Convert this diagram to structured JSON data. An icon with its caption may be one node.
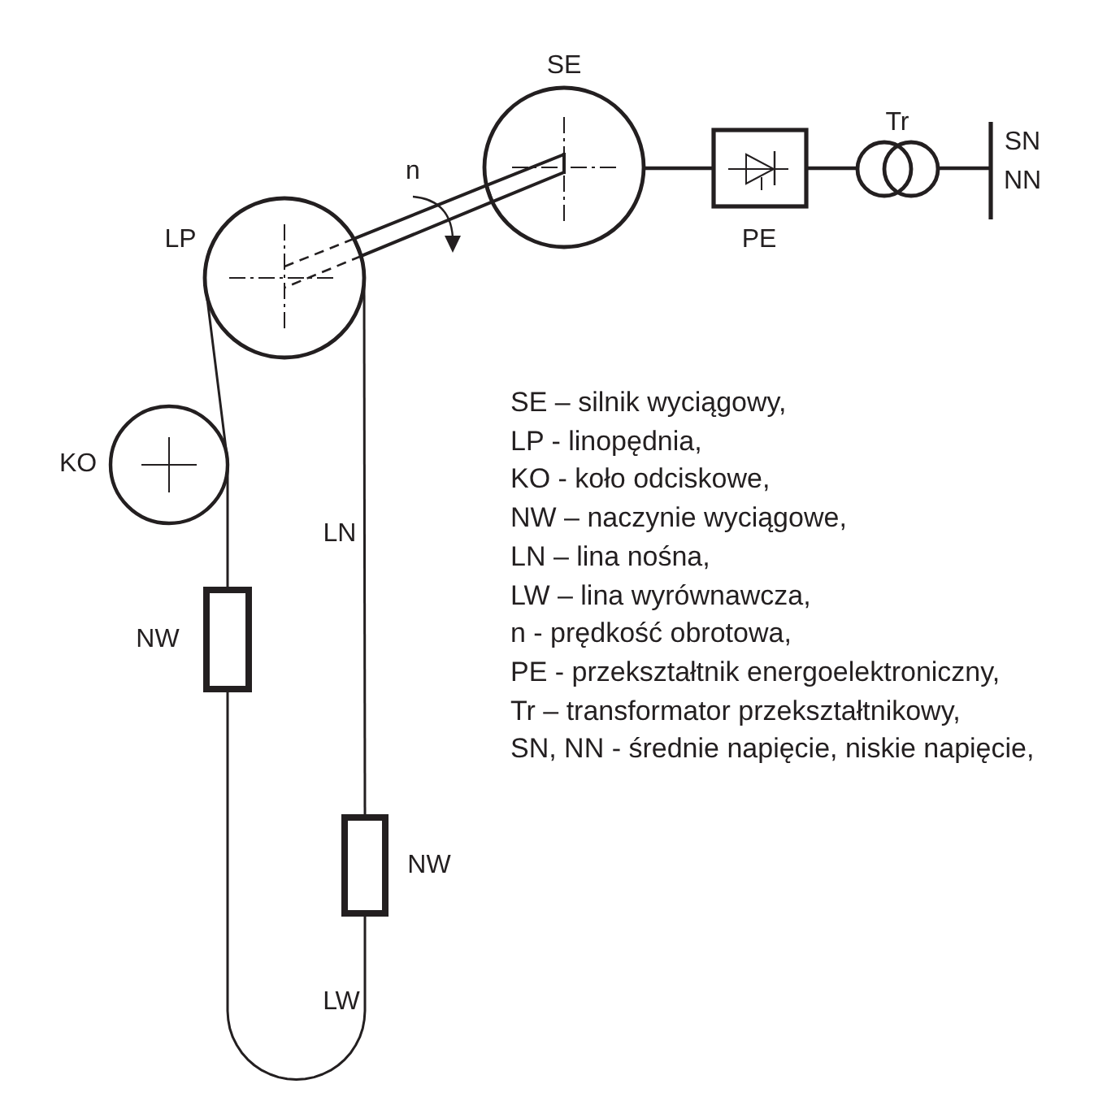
{
  "diagram": {
    "nodes": [
      {
        "text": [
          "SE"
        ]
      },
      {
        "text": [
          "PE"
        ]
      },
      {
        "text": [
          "Tr"
        ]
      },
      {
        "text": [
          "SN",
          "NN"
        ]
      },
      {
        "text": [
          "LP"
        ]
      },
      {
        "text": [
          "KO"
        ]
      },
      {
        "text": [
          "NW"
        ]
      },
      {
        "text": [
          "NW"
        ]
      }
    ],
    "edges": [
      {
        "from": 0,
        "to": 1,
        "arrow": "none"
      },
      {
        "from": 1,
        "to": 2,
        "arrow": "none"
      },
      {
        "from": 2,
        "to": 3,
        "arrow": "none"
      },
      {
        "from": 0,
        "to": 4,
        "arrow": "none"
      },
      {
        "from": 4,
        "to": 5,
        "arrow": "none"
      },
      {
        "from": 5,
        "to": 6,
        "arrow": "none"
      },
      {
        "from": 6,
        "to": 7,
        "arrow": "none",
        "label": "LW"
      },
      {
        "from": 4,
        "to": 7,
        "arrow": "none",
        "label": "LN"
      }
    ],
    "labels": [
      "n",
      "SE – silnik wyciągowy,",
      "LP - linopędnia,",
      "KO - koło odciskowe,",
      "NW – naczynie wyciągowe,",
      "LN – lina nośna,",
      "LW – lina wyrównawcza,",
      "n - prędkość obrotowa,",
      "PE - przekształtnik energoelektroniczny,",
      "Tr – transformator przekształtnikowy,",
      "SN, NN - średnie napięcie, niskie napięcie,"
    ]
  }
}
